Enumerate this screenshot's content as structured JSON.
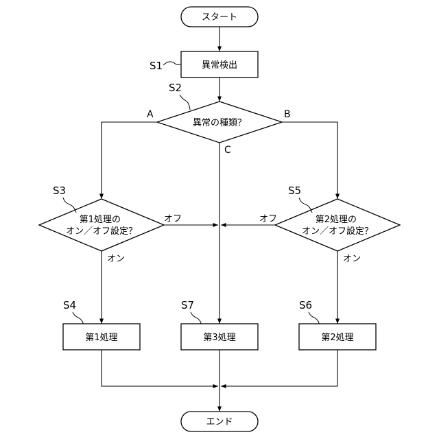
{
  "nodes": {
    "start": "スタート",
    "s1": "異常検出",
    "s2": "異常の種類？",
    "s3": [
      "第1処理の",
      "オン／オフ設定？"
    ],
    "s5": [
      "第2処理の",
      "オン／オフ設定？"
    ],
    "s4": "第1処理",
    "s7": "第3処理",
    "s6": "第2処理",
    "end": "エンド"
  },
  "steps": {
    "s1": "S1",
    "s2": "S2",
    "s3": "S3",
    "s4": "S4",
    "s5": "S5",
    "s6": "S6",
    "s7": "S7"
  },
  "branches": {
    "a": "A",
    "b": "B",
    "c": "C",
    "s3_off": "オフ",
    "s3_on": "オン",
    "s5_off": "オフ",
    "s5_on": "オン"
  }
}
